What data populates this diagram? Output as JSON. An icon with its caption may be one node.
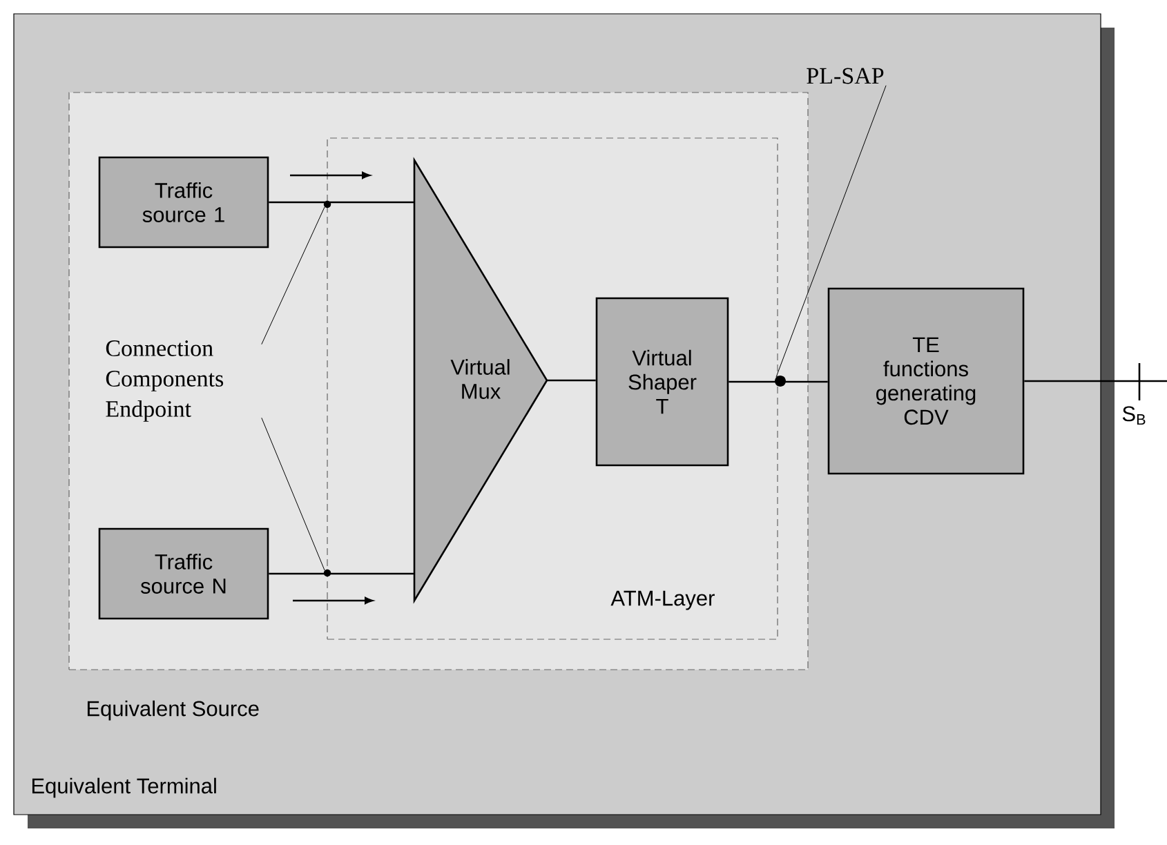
{
  "diagram": {
    "nodes": [
      {
        "text": [
          "Equivalent Terminal"
        ]
      },
      {
        "text": [
          "Equivalent Source"
        ],
        "in": 0
      },
      {
        "text": [
          "ATM-Layer"
        ],
        "in": 1
      },
      {
        "text": [
          "Traffic source 1"
        ],
        "in": 1
      },
      {
        "text": [
          "Traffic source N"
        ],
        "in": 1
      },
      {
        "text": [
          "Virtual Mux"
        ],
        "in": 2
      },
      {
        "text": [
          "Virtual Shaper T"
        ],
        "in": 2
      },
      {
        "text": [
          "TE functions generating CDV"
        ],
        "in": 0
      },
      {
        "text": [
          "Connection Components Endpoint"
        ],
        "in": 1
      },
      {
        "text": [],
        "shape": "circle",
        "in": 1
      },
      {
        "text": [],
        "shape": "circle",
        "in": 1
      },
      {
        "text": [
          "PL-SAP"
        ],
        "in": 0
      },
      {
        "text": [],
        "shape": "circle",
        "in": 2
      }
    ],
    "edges": [
      {
        "from": 3,
        "to": 5,
        "arrow": "none"
      },
      {
        "from": 4,
        "to": 5,
        "arrow": "none"
      },
      {
        "from": 5,
        "to": 6,
        "arrow": "none"
      },
      {
        "from": 6,
        "to": 7,
        "arrow": "none"
      },
      {
        "from": 7,
        "to": null,
        "arrow": "none"
      },
      {
        "from": 8,
        "to": 9,
        "arrow": "none"
      },
      {
        "from": 8,
        "to": 10,
        "arrow": "none"
      },
      {
        "from": 11,
        "to": 12,
        "arrow": "none"
      }
    ],
    "labels": [
      "S$_{B}$"
    ]
  }
}
